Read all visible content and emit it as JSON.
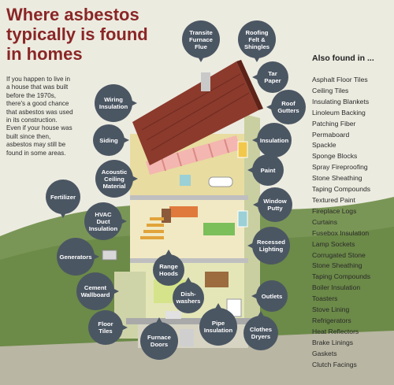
{
  "title": {
    "line1": "Where asbestos",
    "line2": "typically is found",
    "line3": "in homes"
  },
  "intro": {
    "lines": [
      "If you happen to live in",
      "a house that was built",
      "before the 1970s,",
      "there's a good chance",
      "that asbestos was used",
      "in its construction.",
      "Even if your house was",
      "built since then,",
      "asbestos may still be",
      "found in some areas."
    ]
  },
  "also_found": {
    "heading": "Also found in ...",
    "items": [
      "Asphalt Floor Tiles",
      "Ceiling Tiles",
      "Insulating Blankets",
      "Linoleum Backing",
      "Patching Fiber",
      "Permaboard",
      "Spackle",
      "Sponge Blocks",
      "Spray Fireproofing",
      "Stone Sheathing",
      "Taping Compounds",
      "Textured Paint",
      "Fireplace Logs",
      "Curtains",
      "Fusebox Insulation",
      "Lamp Sockets",
      "Corrugated Stone",
      "Stone Sheathing",
      "Taping Compounds",
      "Boiler Insulation",
      "Toasters",
      "Stove Lining",
      "Refrigerators",
      "Heat Reflectors",
      "Brake Linings",
      "Gaskets",
      "Clutch Facings"
    ]
  },
  "callouts": {
    "transite_furnace_flue": "Transite\nFurnace\nFlue",
    "roofing_felt_shingles": "Roofing\nFelt &\nShingles",
    "tar_paper": "Tar\nPaper",
    "roof_gutters": "Roof\nGutters",
    "wiring_insulation": "Wiring\nInsulation",
    "siding": "Siding",
    "insulation": "Insulation",
    "paint": "Paint",
    "acoustic_ceiling_material": "Acoustic\nCeiling\nMaterial",
    "window_putty": "Window\nPutty",
    "fertilizer": "Fertilizer",
    "hvac_duct_insulation": "HVAC\nDuct\nInsulation",
    "recessed_lighting": "Recessed\nLighting",
    "generators": "Generators",
    "range_hoods": "Range\nHoods",
    "cement_wallboard": "Cement\nWallboard",
    "dishwashers": "Dish-\nwashers",
    "outlets": "Outlets",
    "floor_tiles": "Floor\nTiles",
    "pipe_insulation": "Pipe\nInsulation",
    "furnace_doors": "Furnace\nDoors",
    "clothes_dryers": "Clothes\nDryers"
  },
  "colors": {
    "title": "#8a2626",
    "bubble": "#4b5663",
    "roof": "#8b3a2c",
    "insulation": "#f4b6b0",
    "ground": "#6f8f4a",
    "background": "#ecebe0"
  }
}
